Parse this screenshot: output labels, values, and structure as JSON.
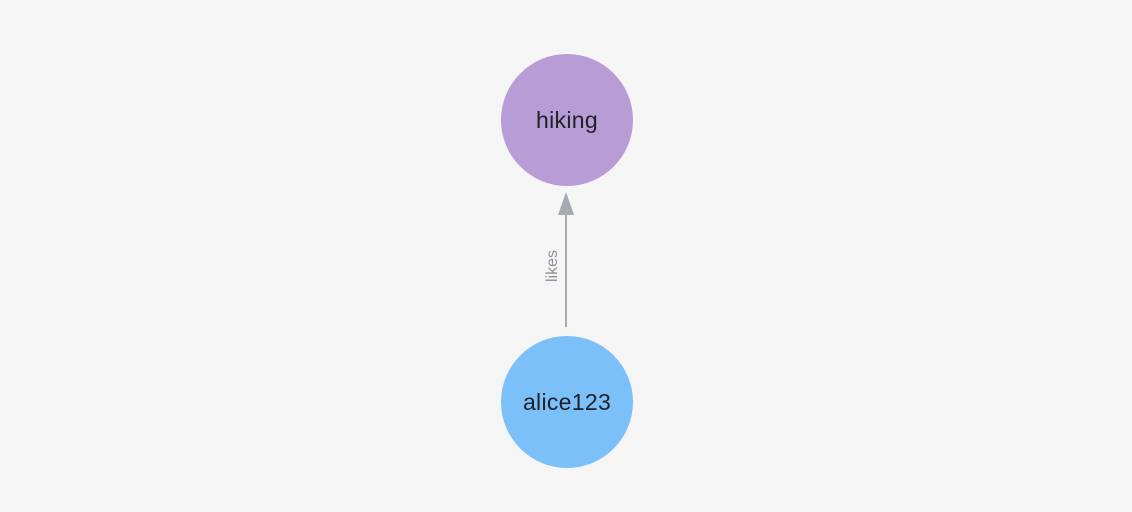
{
  "graph": {
    "background_color": "#f5f5f6",
    "nodes": [
      {
        "id": "hiking",
        "label": "hiking",
        "shape": "circle",
        "fill_color": "#b79cd5",
        "label_color": "#1e2126"
      },
      {
        "id": "alice123",
        "label": "alice123",
        "shape": "circle",
        "fill_color": "#7cc0fa",
        "label_color": "#1e2126"
      }
    ],
    "edges": [
      {
        "label": "likes",
        "source": "alice123",
        "target": "hiking",
        "directed": true,
        "line_color": "#a6aab1",
        "label_color": "#8d9198"
      }
    ]
  }
}
